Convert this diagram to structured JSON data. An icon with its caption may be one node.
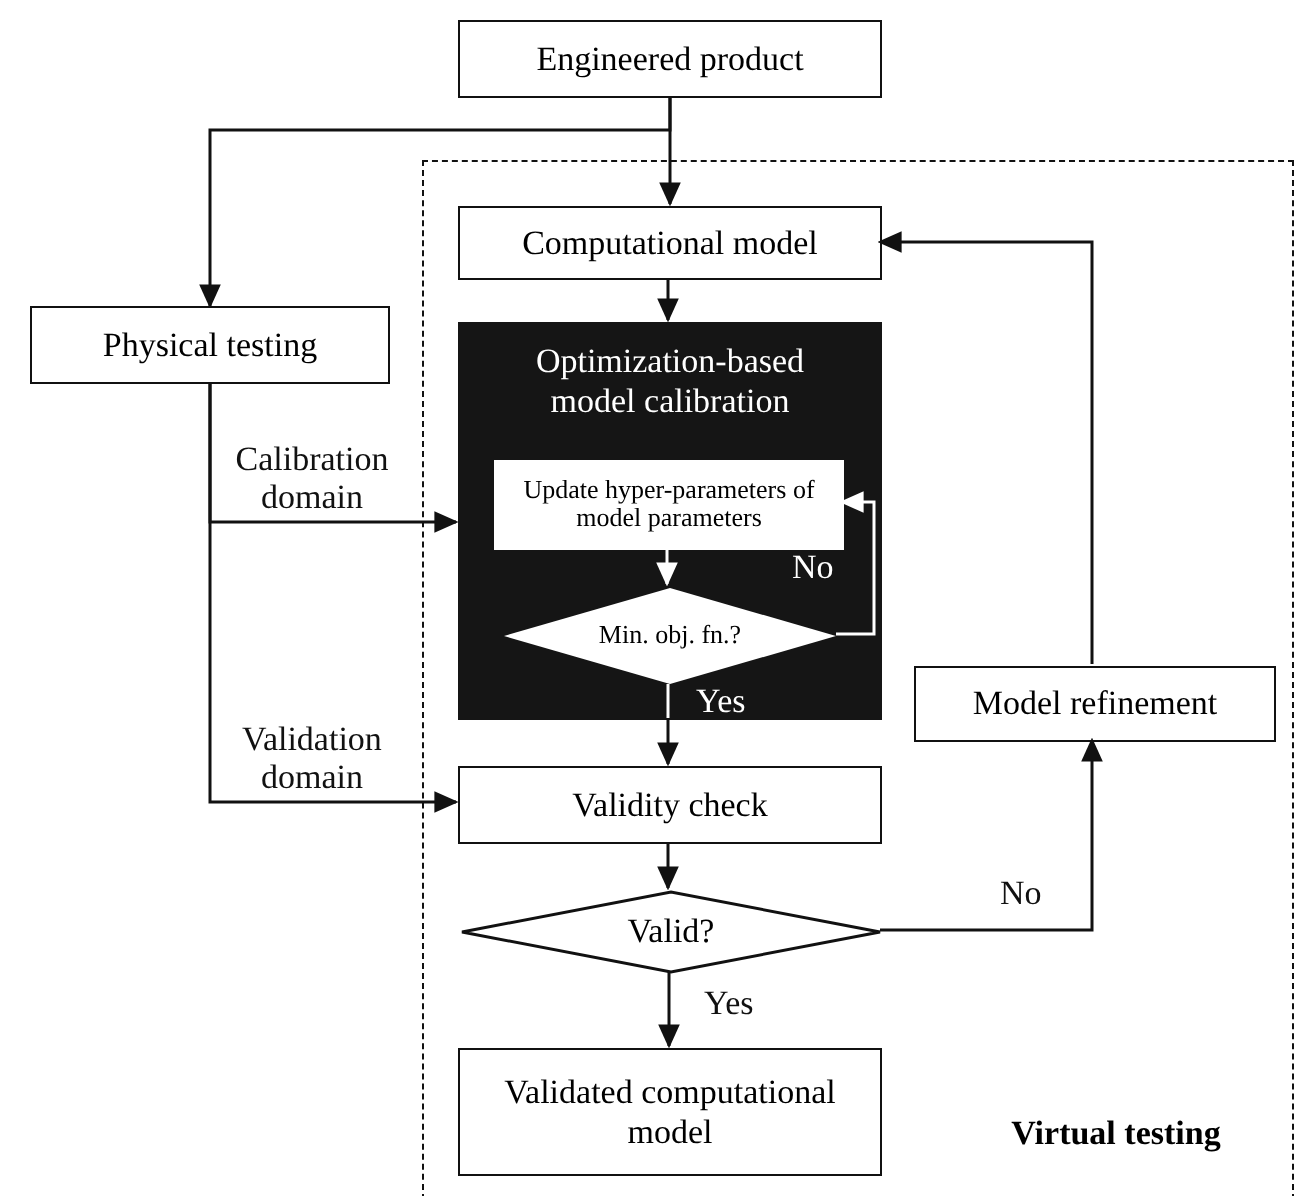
{
  "diagram": {
    "nodes": [
      {
        "text": [
          "Engineered product"
        ]
      },
      {
        "text": [
          "Virtual testing"
        ]
      },
      {
        "text": [
          "Computational model"
        ],
        "in": 1
      },
      {
        "text": [
          "Physical testing"
        ]
      },
      {
        "text": [
          "Optimization-based model calibration"
        ],
        "in": 1
      },
      {
        "text": [
          "Update hyper-parameters of model parameters"
        ],
        "in": 4
      },
      {
        "text": [
          "Min. obj. fn.?"
        ],
        "in": 4
      },
      {
        "text": [
          "Model refinement"
        ],
        "in": 1
      },
      {
        "text": [
          "Validity check"
        ],
        "in": 1
      },
      {
        "text": [
          "Valid?"
        ],
        "in": 1
      },
      {
        "text": [
          "Validated computational model"
        ],
        "in": 1
      }
    ],
    "edges": [
      {
        "from": 0,
        "to": 2,
        "arrow": "to"
      },
      {
        "from": 0,
        "to": 3,
        "arrow": "to"
      },
      {
        "from": 2,
        "to": 4,
        "arrow": "to"
      },
      {
        "from": 3,
        "to": 4,
        "arrow": "to",
        "label": "Calibration domain"
      },
      {
        "from": 3,
        "to": 8,
        "arrow": "to",
        "label": "Validation domain"
      },
      {
        "from": 5,
        "to": 6,
        "arrow": "to",
        "color": "#ffffff"
      },
      {
        "from": 6,
        "to": 5,
        "arrow": "to",
        "label": "No",
        "color": "#ffffff"
      },
      {
        "from": 6,
        "to": 8,
        "arrow": "to",
        "label": "Yes"
      },
      {
        "from": 8,
        "to": 9,
        "arrow": "to"
      },
      {
        "from": 9,
        "to": 10,
        "arrow": "to",
        "label": "Yes"
      },
      {
        "from": 9,
        "to": 7,
        "arrow": "to",
        "label": "No"
      },
      {
        "from": 7,
        "to": 2,
        "arrow": "to"
      }
    ]
  }
}
